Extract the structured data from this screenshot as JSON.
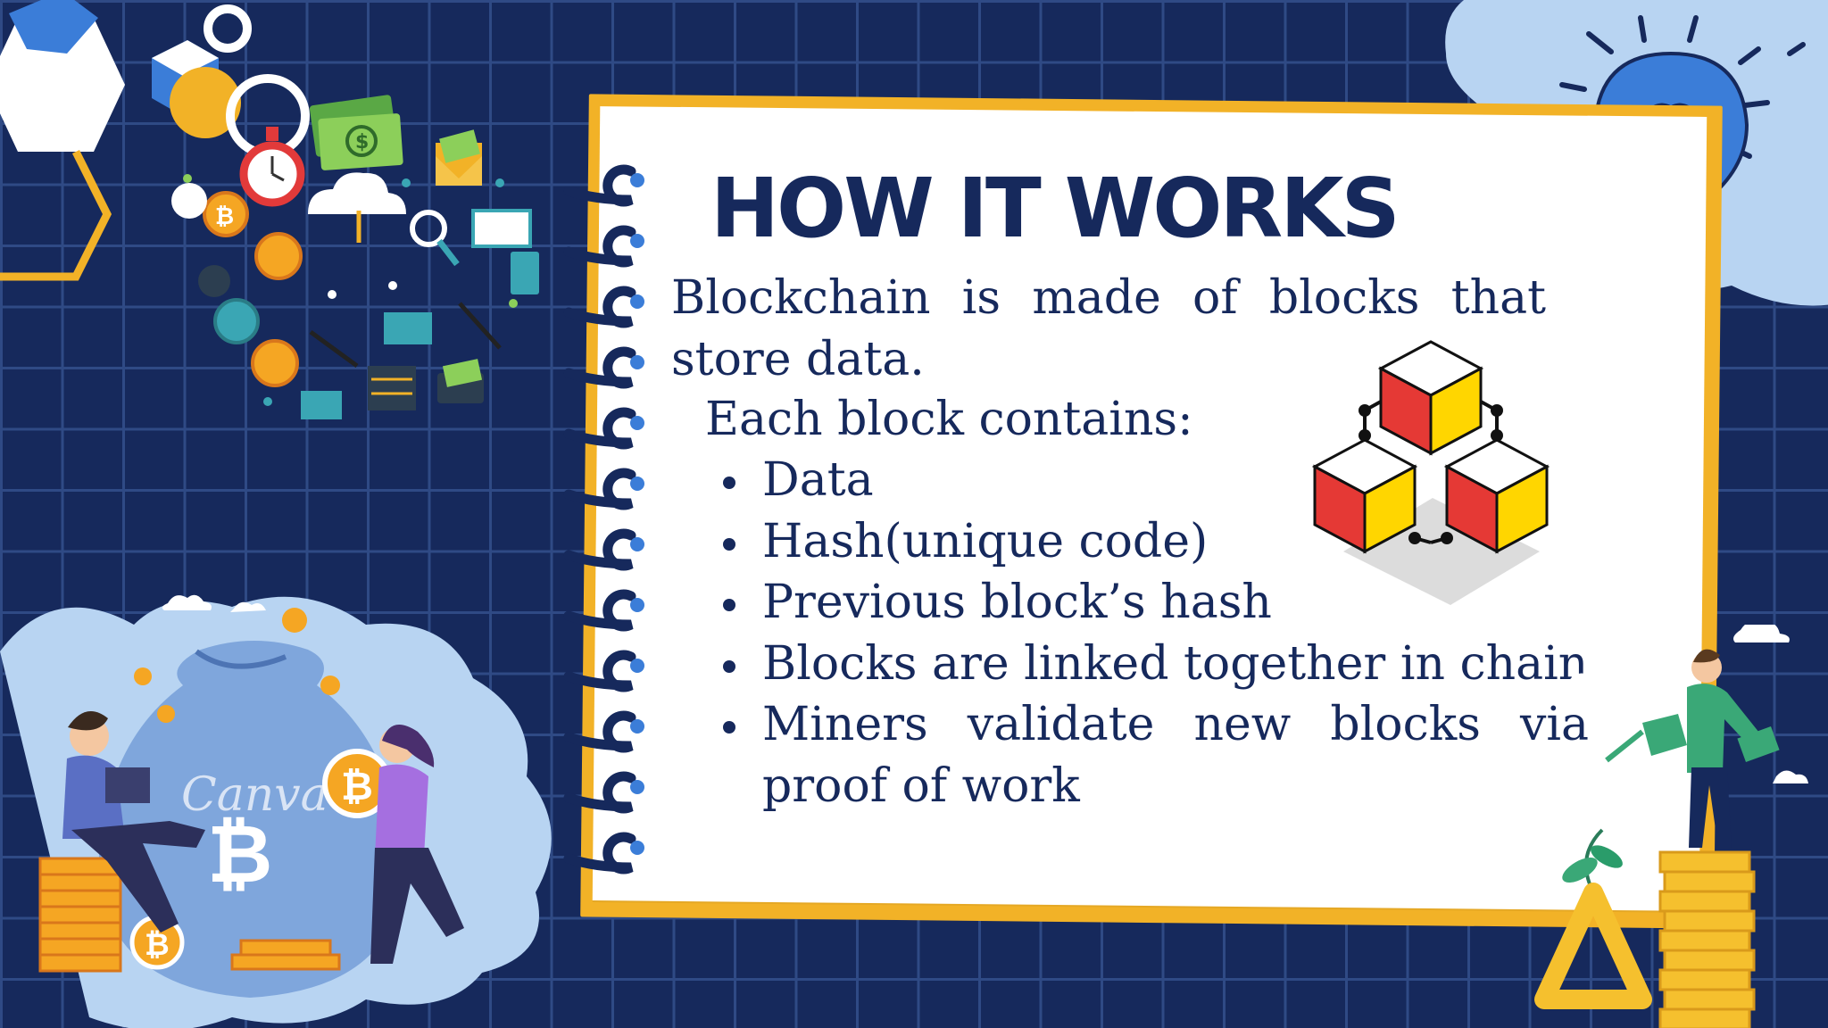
{
  "colors": {
    "background": "#16295c",
    "grid": "#2f4a85",
    "accent_yellow": "#f2b227",
    "text": "#16295c",
    "card": "#ffffff"
  },
  "slide": {
    "title": "HOW IT WORKS",
    "intro": "Blockchain is made of blocks that store data.",
    "subhead": "Each block contains:",
    "bullets": [
      "Data",
      "Hash(unique code)",
      "Previous block’s hash",
      "Blocks are linked together in chain",
      "Miners validate new blocks via proof of work"
    ]
  },
  "illustrations": {
    "bag_watermark": "Canva",
    "bag_symbol": "₿",
    "coin_symbol": "₿",
    "coin_symbol_dollar": "$"
  }
}
